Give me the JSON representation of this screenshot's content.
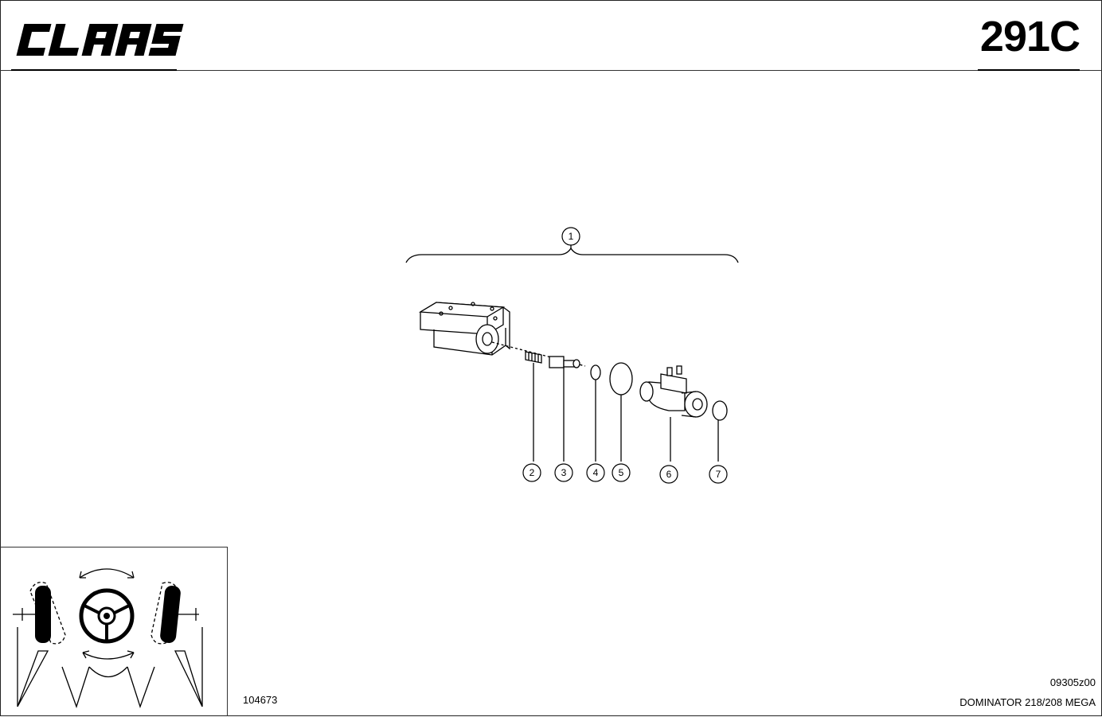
{
  "brand": {
    "logo_text": "CLAAS"
  },
  "header": {
    "page_number": "291C"
  },
  "drawing": {
    "callouts": [
      "1",
      "2",
      "3",
      "4",
      "5",
      "6",
      "7"
    ]
  },
  "footer": {
    "drawing_id": "104673",
    "doc_code": "09305z00",
    "model": "DOMINATOR 218/208 MEGA"
  },
  "colors": {
    "ink": "#000000",
    "paper": "#ffffff"
  }
}
